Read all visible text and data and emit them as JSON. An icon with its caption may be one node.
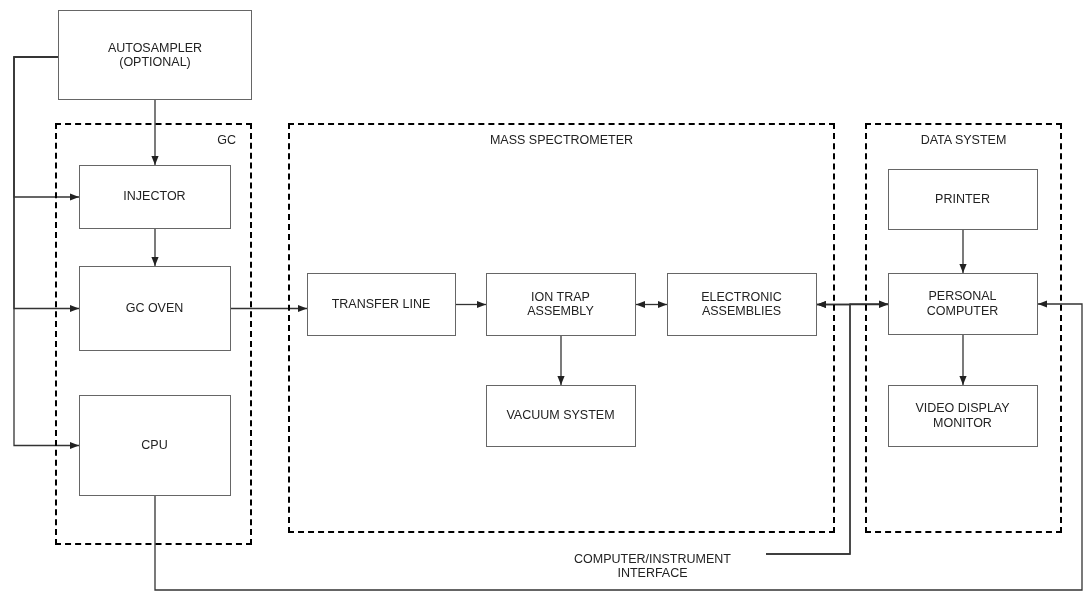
{
  "diagram": {
    "nodes": [
      {
        "text": [
          "AUTOSAMPLER (OPTIONAL)"
        ]
      },
      {
        "text": [
          "GC"
        ]
      },
      {
        "text": [
          "INJECTOR"
        ],
        "in": 1
      },
      {
        "text": [
          "GC OVEN"
        ],
        "in": 1
      },
      {
        "text": [
          "CPU"
        ],
        "in": 1
      },
      {
        "text": [
          "MASS SPECTROMETER"
        ]
      },
      {
        "text": [
          "TRANSFER LINE"
        ],
        "in": 5
      },
      {
        "text": [
          "ION TRAP ASSEMBLY"
        ],
        "in": 5
      },
      {
        "text": [
          "ELECTRONIC ASSEMBLIES"
        ],
        "in": 5
      },
      {
        "text": [
          "VACUUM SYSTEM"
        ],
        "in": 5
      },
      {
        "text": [
          "DATA SYSTEM"
        ]
      },
      {
        "text": [
          "PRINTER"
        ],
        "in": 10
      },
      {
        "text": [
          "PERSONAL COMPUTER"
        ],
        "in": 10
      },
      {
        "text": [
          "VIDEO DISPLAY MONITOR"
        ],
        "in": 10
      },
      {
        "text": [
          "COMPUTER/INSTRUMENT INTERFACE"
        ]
      }
    ],
    "edges": [
      {
        "from": 0,
        "to": 2,
        "arrow": "to"
      },
      {
        "from": 0,
        "to": 2,
        "arrow": "to"
      },
      {
        "from": 0,
        "to": 3,
        "arrow": "to"
      },
      {
        "from": 0,
        "to": 4,
        "arrow": "to"
      },
      {
        "from": 2,
        "to": 3,
        "arrow": "to"
      },
      {
        "from": 3,
        "to": 6,
        "arrow": "to"
      },
      {
        "from": 6,
        "to": 7,
        "arrow": "to"
      },
      {
        "from": 7,
        "to": 8,
        "arrow": "both"
      },
      {
        "from": 7,
        "to": 9,
        "arrow": "to"
      },
      {
        "from": 8,
        "to": 12,
        "arrow": "both"
      },
      {
        "from": 14,
        "to": 8,
        "arrow": "to"
      },
      {
        "from": 14,
        "to": 12,
        "arrow": "to"
      },
      {
        "from": 11,
        "to": 12,
        "arrow": "to"
      },
      {
        "from": 12,
        "to": 13,
        "arrow": "to"
      },
      {
        "from": 4,
        "to": 12,
        "arrow": "to"
      }
    ]
  }
}
